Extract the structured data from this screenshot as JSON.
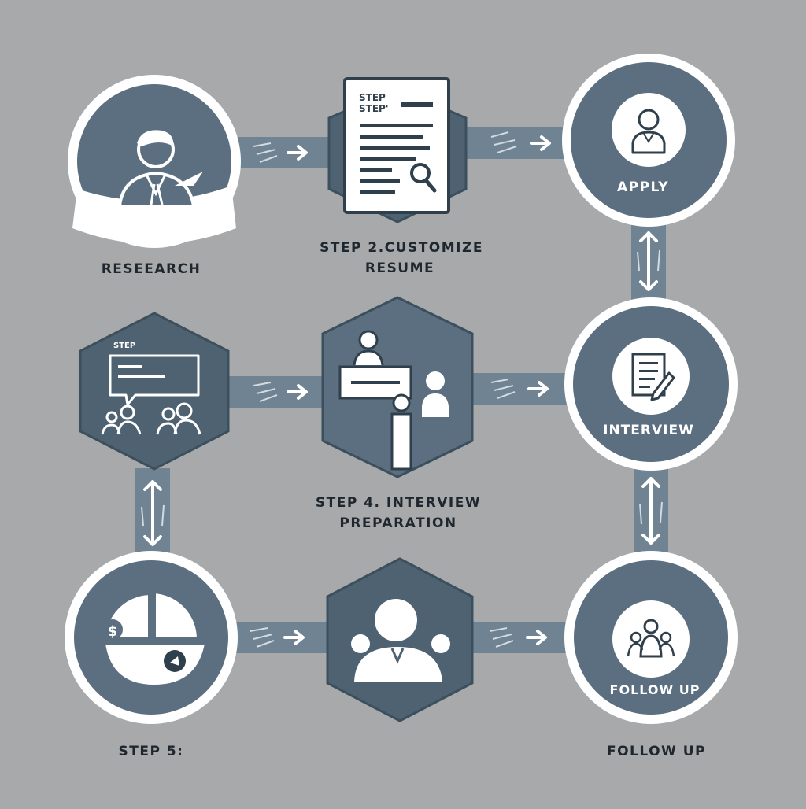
{
  "labels": {
    "research": "RESEEARCH",
    "step2_line1": "STEP 2.CUSTOMIZE",
    "step2_line2": "RESUME",
    "apply": "APPLY",
    "interview": "INTERVIEW",
    "step4_line1": "STEP 4. INTERVIEW",
    "step4_line2": "PREPARATION",
    "follow_up_inner": "FOLLOW UP",
    "step5": "STEP 5:",
    "follow_up": "FOLLOW UP"
  },
  "doc_text": {
    "line1": "STEP",
    "line2": "STEP'"
  },
  "hex_text": "STEP",
  "money_sign": "$",
  "colors": {
    "background": "#a7a9ab",
    "node": "#5b6f80",
    "node_dark": "#4e6272",
    "connector": "#6f8393",
    "white": "#ffffff",
    "text": "#1f272e"
  }
}
